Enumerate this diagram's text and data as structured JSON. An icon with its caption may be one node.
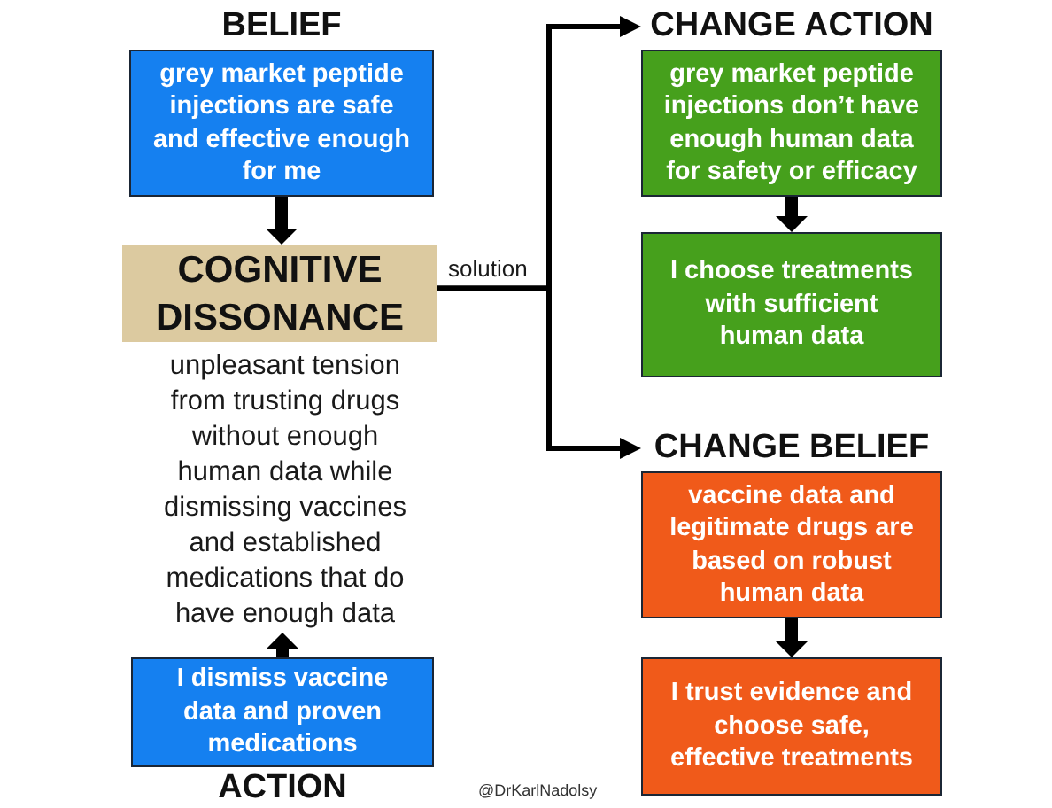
{
  "diagram": {
    "nodes": [
      {
        "text": [
          "BELIEF",
          "grey market peptide injections are safe and effective enough for me"
        ]
      },
      {
        "text": [
          "COGNITIVE DISSONANCE"
        ]
      },
      {
        "text": [
          "unpleasant tension from trusting drugs without enough human data while dismissing vaccines and established medications that do have enough data"
        ]
      },
      {
        "text": [
          "I dismiss vaccine data and proven medications",
          "ACTION"
        ]
      },
      {
        "text": [
          "CHANGE ACTION",
          "grey market peptide injections don’t have enough human data for safety or efficacy"
        ]
      },
      {
        "text": [
          "I choose treatments with sufficient human data"
        ]
      },
      {
        "text": [
          "CHANGE BELIEF",
          "vaccine data and legitimate drugs are based on robust human data"
        ]
      },
      {
        "text": [
          "I trust evidence and choose safe, effective treatments"
        ]
      }
    ],
    "edges": [
      {
        "from": 0,
        "to": 1,
        "arrow": "to"
      },
      {
        "from": 3,
        "to": 2,
        "arrow": "to"
      },
      {
        "from": 1,
        "to": 4,
        "arrow": "to",
        "label": "solution"
      },
      {
        "from": 1,
        "to": 6,
        "arrow": "to"
      },
      {
        "from": 4,
        "to": 5,
        "arrow": "to"
      },
      {
        "from": 6,
        "to": 7,
        "arrow": "to"
      }
    ],
    "labels": [
      "@DrKarlNadolsy"
    ]
  }
}
